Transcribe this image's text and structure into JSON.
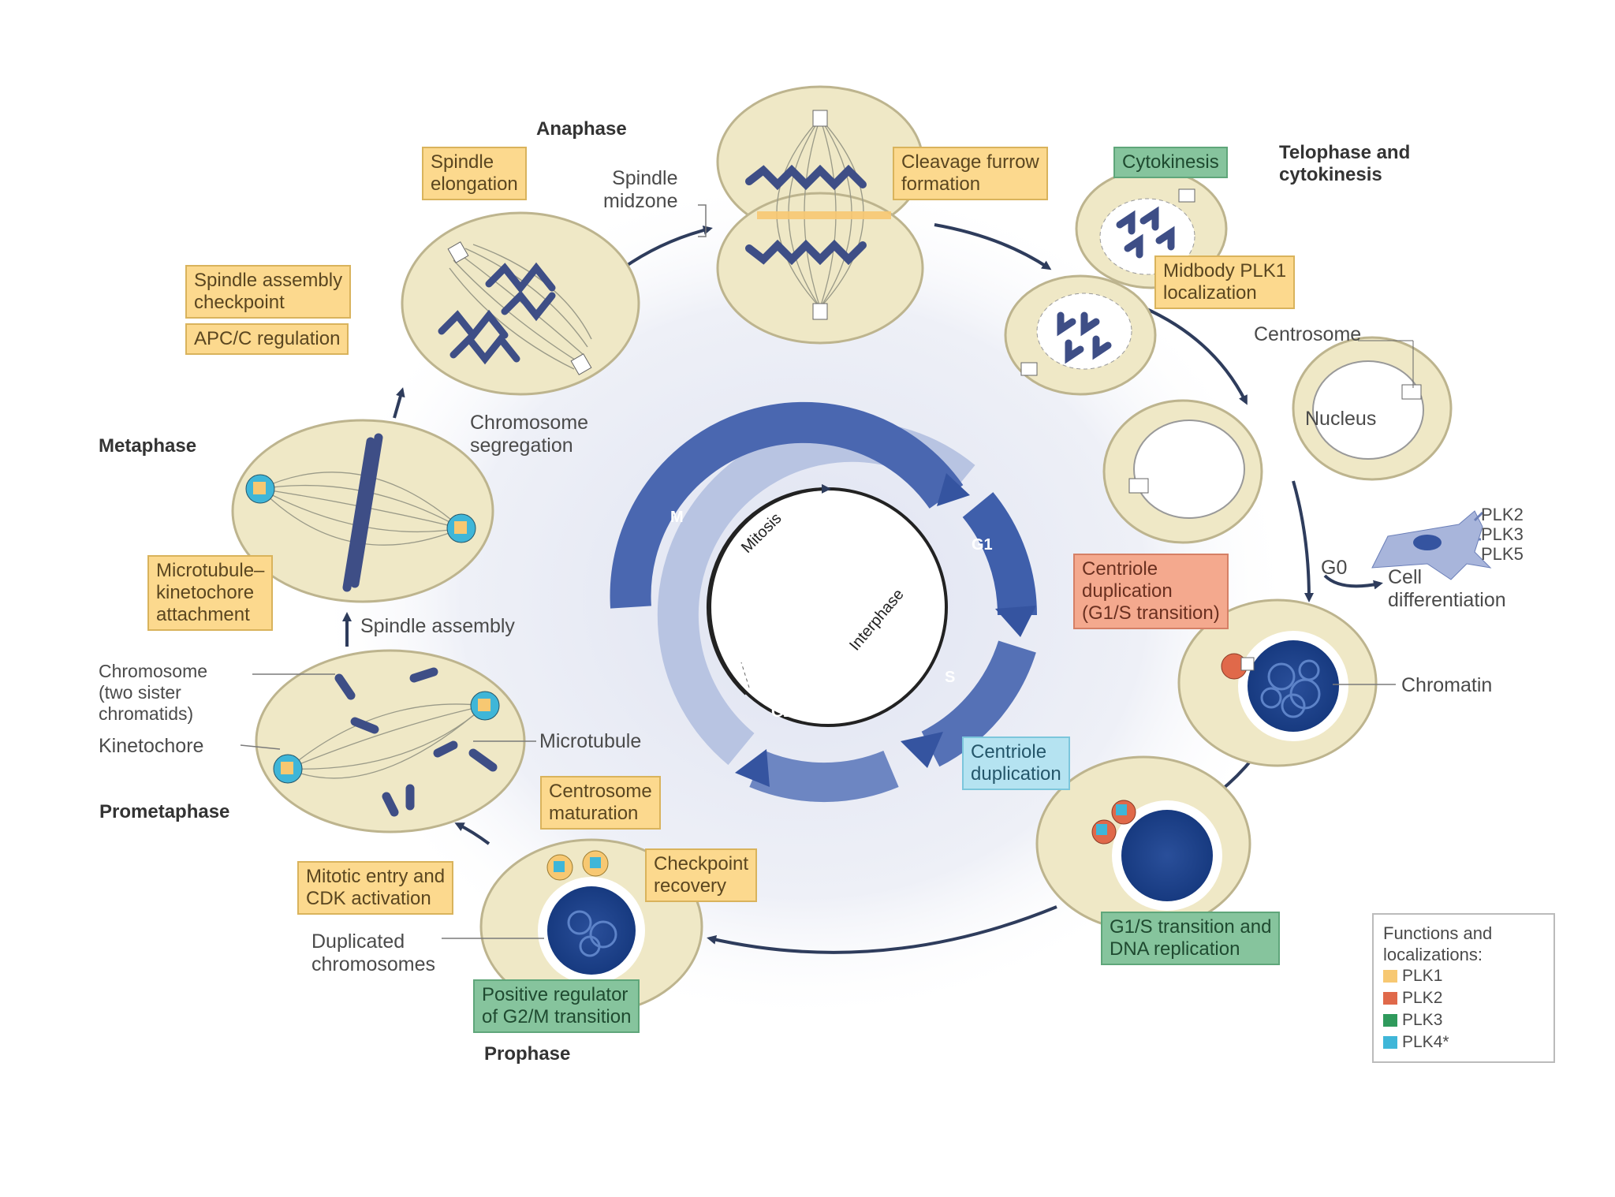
{
  "stages": {
    "anaphase": "Anaphase",
    "telophase": "Telophase and\ncytokinesis",
    "metaphase": "Metaphase",
    "prometaphase": "Prometaphase",
    "prophase": "Prophase"
  },
  "boxes": {
    "spindle_elongation": "Spindle\nelongation",
    "spindle_assembly_checkpoint": "Spindle assembly\ncheckpoint",
    "apc_regulation": "APC/C regulation",
    "cleavage_furrow": "Cleavage furrow\nformation",
    "cytokinesis": "Cytokinesis",
    "midbody": "Midbody PLK1\nlocalization",
    "mt_kinetochore": "Microtubule–\nkinetochore\nattachment",
    "centriole_dup_g1s": "Centriole\nduplication\n(G1/S transition)",
    "centriole_dup": "Centriole\nduplication",
    "g1s_dna": "G1/S transition and\nDNA replication",
    "centrosome_maturation": "Centrosome\nmaturation",
    "mitotic_entry": "Mitotic entry and\nCDK activation",
    "checkpoint_recovery": "Checkpoint\nrecovery",
    "positive_regulator": "Positive regulator\nof G2/M transition"
  },
  "labels": {
    "spindle_midzone": "Spindle\nmidzone",
    "chromosome_segregation": "Chromosome\nsegregation",
    "centrosome": "Centrosome",
    "nucleus": "Nucleus",
    "plk_list": "PLK2\nPLK3\nPLK5",
    "g0": "G0",
    "cell_diff": "Cell\ndifferentiation",
    "chromatin": "Chromatin",
    "spindle_assembly": "Spindle assembly",
    "chromosome_sister": "Chromosome\n(two sister\nchromatids)",
    "kinetochore": "Kinetochore",
    "microtubule": "Microtubule",
    "duplicated_chromosomes": "Duplicated\nchromosomes"
  },
  "cycle": {
    "m": "M",
    "g1": "G1",
    "s": "S",
    "g2": "G2",
    "mitosis": "Mitosis",
    "interphase": "Interphase"
  },
  "legend": {
    "title": "Functions and\nlocalizations:",
    "items": [
      {
        "label": "PLK1",
        "color": "#f7c872"
      },
      {
        "label": "PLK2",
        "color": "#e0694a"
      },
      {
        "label": "PLK3",
        "color": "#2f9a5c"
      },
      {
        "label": "PLK4*",
        "color": "#3fb6d8"
      }
    ]
  },
  "colors": {
    "cell_fill": "#efe8c6",
    "cell_stroke": "#bdb48e",
    "chromosome": "#3e4e86",
    "cycle_dark": "#3554a0",
    "cycle_light": "#b8c4e2",
    "arrow": "#2e3c5c"
  }
}
